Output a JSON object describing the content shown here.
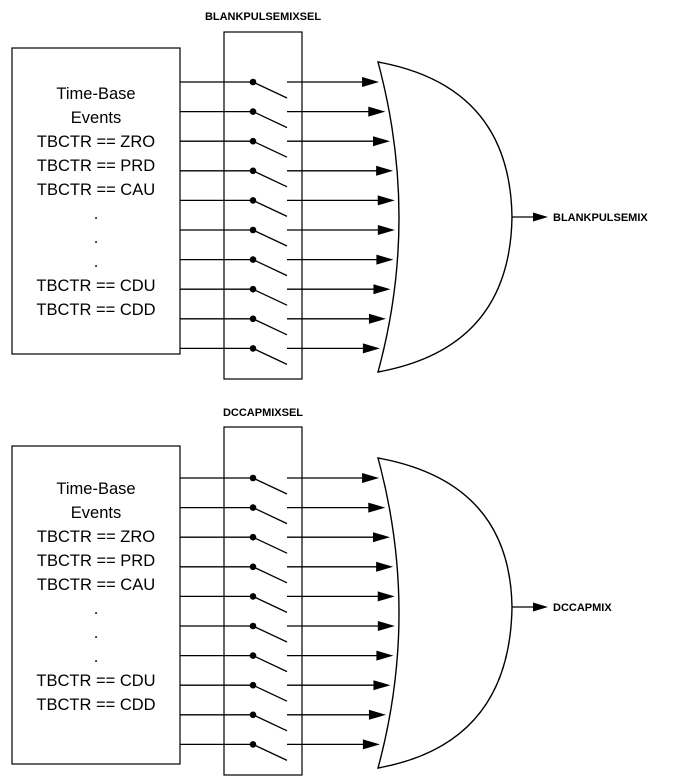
{
  "blocks": [
    {
      "selector_label": "BLANKPULSEMIXSEL",
      "output_label": "BLANKPULSEMIX",
      "event_lines": [
        "Time-Base",
        "Events",
        "TBCTR == ZRO",
        "TBCTR == PRD",
        "TBCTR == CAU",
        ".",
        ".",
        ".",
        "TBCTR == CDU",
        "TBCTR == CDD"
      ]
    },
    {
      "selector_label": "DCCAPMIXSEL",
      "output_label": "DCCAPMIX",
      "event_lines": [
        "Time-Base",
        "Events",
        "TBCTR == ZRO",
        "TBCTR == PRD",
        "TBCTR == CAU",
        ".",
        ".",
        ".",
        "TBCTR == CDU",
        "TBCTR == CDD"
      ]
    }
  ]
}
